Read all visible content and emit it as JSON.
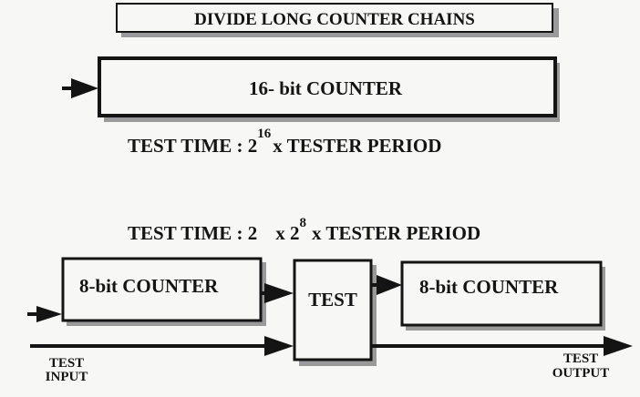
{
  "title": "DIVIDE LONG COUNTER CHAINS",
  "single_chain": {
    "counter_label": "16- bit COUNTER",
    "test_time_prefix": "TEST  TIME : 2",
    "test_time_exponent": "16",
    "test_time_suffix": "x  TESTER  PERIOD"
  },
  "divided_chain": {
    "test_time_prefix": "TEST  TIME : 2",
    "test_time_middle": "x 2",
    "test_time_exponent": "8",
    "test_time_suffix": "x  TESTER  PERIOD",
    "first_counter_label": "8-bit COUNTER",
    "test_block_label": "TEST",
    "second_counter_label": "8-bit COUNTER",
    "test_input_label_1": "TEST",
    "test_input_label_2": "INPUT",
    "test_output_label_1": "TEST",
    "test_output_label_2": "OUTPUT"
  }
}
